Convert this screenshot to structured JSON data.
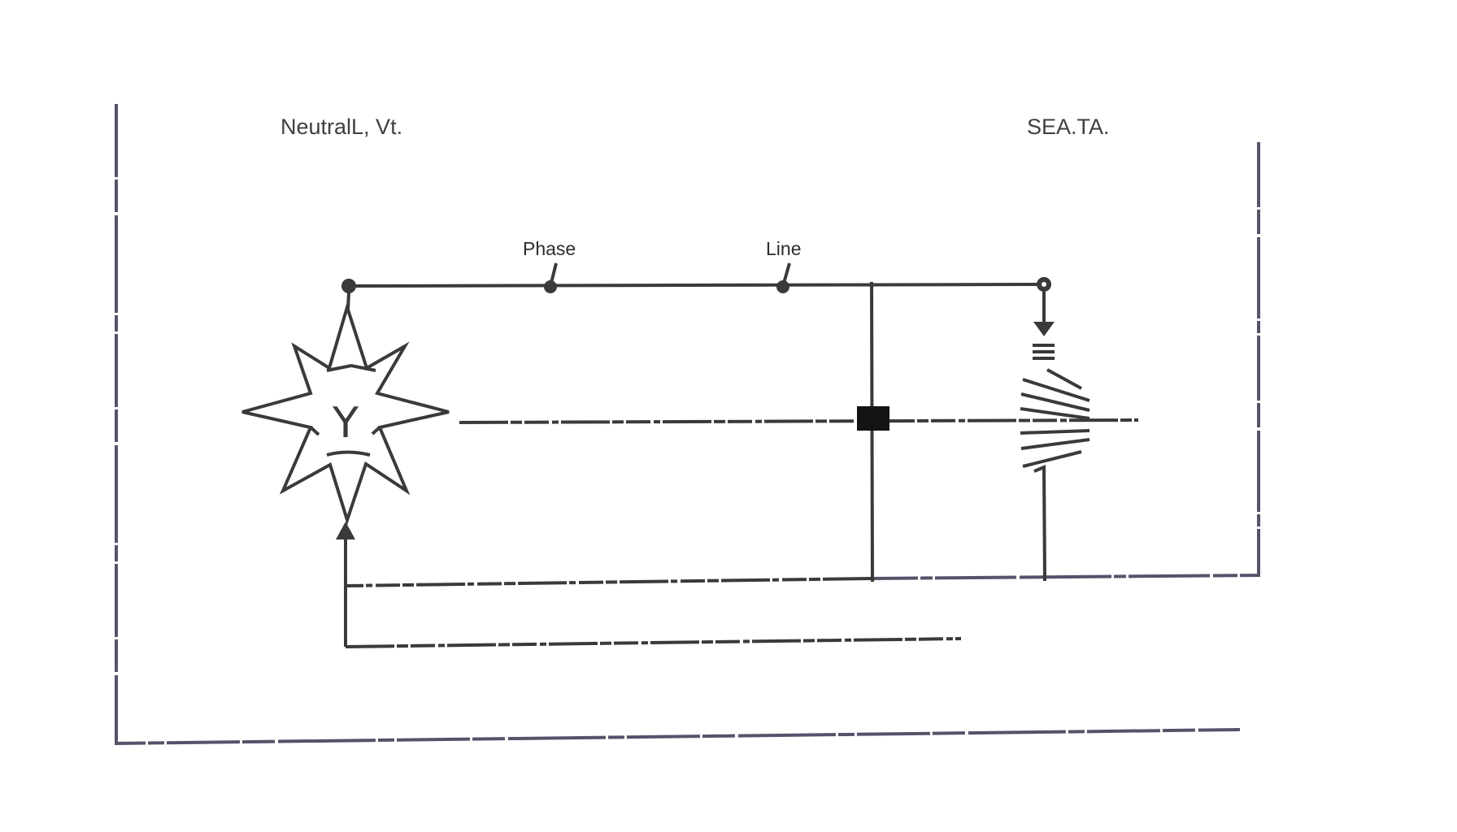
{
  "labels": {
    "left_title": "NeutralL, Vt.",
    "right_title": "SEA.TA.",
    "phase": "Phase",
    "line": "Line",
    "star_symbol": "Y"
  },
  "colors": {
    "ink": "#3a3a3a",
    "frame": "#55536a",
    "background": "#ffffff"
  },
  "icons": {
    "source": "eight-point-star-icon",
    "load": "coil-spring-icon",
    "junction": "filled-square-icon"
  }
}
